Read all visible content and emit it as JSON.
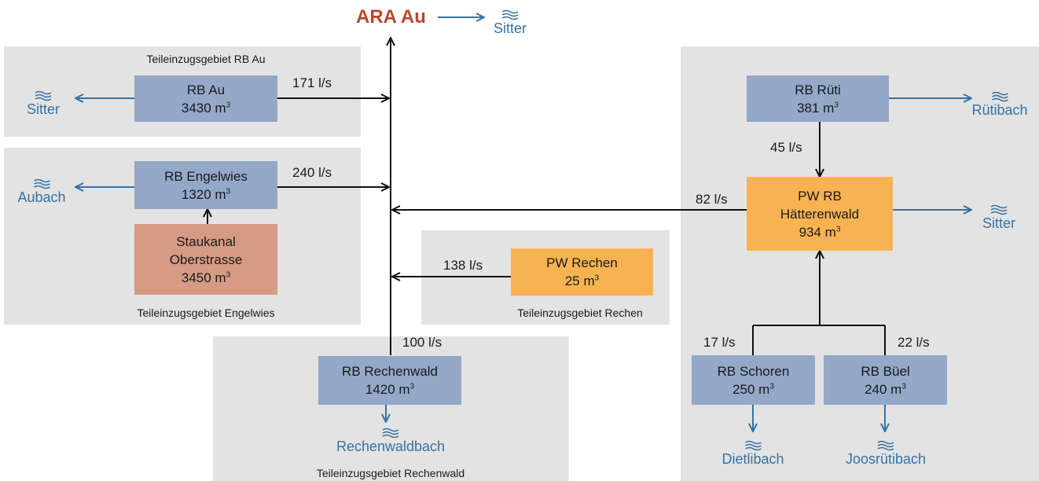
{
  "ara": {
    "label": "ARA Au"
  },
  "regions": {
    "rb_au": "Teileinzugsgebiet RB Au",
    "engelwies": "Teileinzugsgebiet Engelwies",
    "rechen": "Teileinzugsgebiet Rechen",
    "rechenwald": "Teileinzugsgebiet Rechenwald"
  },
  "boxes": {
    "rb_au": {
      "name": "RB Au",
      "volume": "3430 m",
      "unit_exp": "3"
    },
    "rb_engelwies": {
      "name": "RB Engelwies",
      "volume": "1320 m",
      "unit_exp": "3"
    },
    "staukanal": {
      "line1": "Staukanal",
      "line2": "Oberstrasse",
      "volume": "3450 m",
      "unit_exp": "3"
    },
    "pw_rechen": {
      "name": "PW Rechen",
      "volume": "25 m",
      "unit_exp": "3"
    },
    "rb_rechenwald": {
      "name": "RB Rechenwald",
      "volume": "1420 m",
      "unit_exp": "3"
    },
    "rb_ruti": {
      "name": "RB Rüti",
      "volume": "381 m",
      "unit_exp": "3"
    },
    "pw_haetterenwald": {
      "line1": "PW RB",
      "line2": "Hätterenwald",
      "volume": "934 m",
      "unit_exp": "3"
    },
    "rb_schoren": {
      "name": "RB Schoren",
      "volume": "250 m",
      "unit_exp": "3"
    },
    "rb_bueel": {
      "name": "RB Büel",
      "volume": "240 m",
      "unit_exp": "3"
    }
  },
  "flows": {
    "rb_au": "171 l/s",
    "engelwies": "240 l/s",
    "haetterenwald": "82 l/s",
    "rechen": "138 l/s",
    "rechenwald": "100 l/s",
    "ruti": "45 l/s",
    "schoren": "17 l/s",
    "bueel": "22 l/s"
  },
  "waters": {
    "sitter_top": "Sitter",
    "sitter_left": "Sitter",
    "aubach": "Aubach",
    "rechenwaldbach": "Rechenwaldbach",
    "rutibach": "Rütibach",
    "sitter_right": "Sitter",
    "dietlibach": "Dietlibach",
    "joosrutibach": "Joosrütibach"
  },
  "colors": {
    "rb_box": "#94a8c8",
    "pw_box": "#f7b352",
    "staukanal_box": "#d69a85",
    "region_bg": "#e3e3e3",
    "water": "#3672a4",
    "ara": "#b8472e"
  }
}
